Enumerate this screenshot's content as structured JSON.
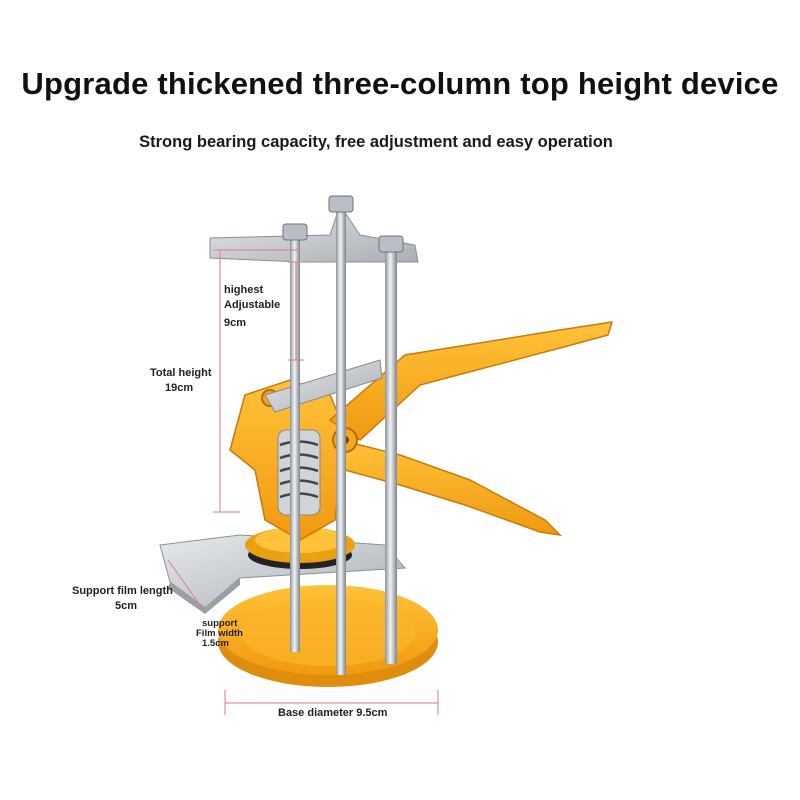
{
  "heading": {
    "title": "Upgrade thickened three-column top height device",
    "subtitle": "Strong bearing capacity, free adjustment and easy operation"
  },
  "labels": {
    "adjustable_l1": "highest",
    "adjustable_l2": "Adjustable",
    "adjustable_l3": "9cm",
    "total_l1": "Total height",
    "total_l2": "19cm",
    "film_len_l1": "Support film length",
    "film_len_l2": "5cm",
    "film_w_l1": "support",
    "film_w_l2": "Film width",
    "film_w_l3": "1.5cm",
    "base": "Base diameter 9.5cm"
  },
  "colors": {
    "orange": "#f5a623",
    "orange_dark": "#d98a0f",
    "steel": "#c9ced3",
    "dimension_line": "#e07a8a"
  }
}
